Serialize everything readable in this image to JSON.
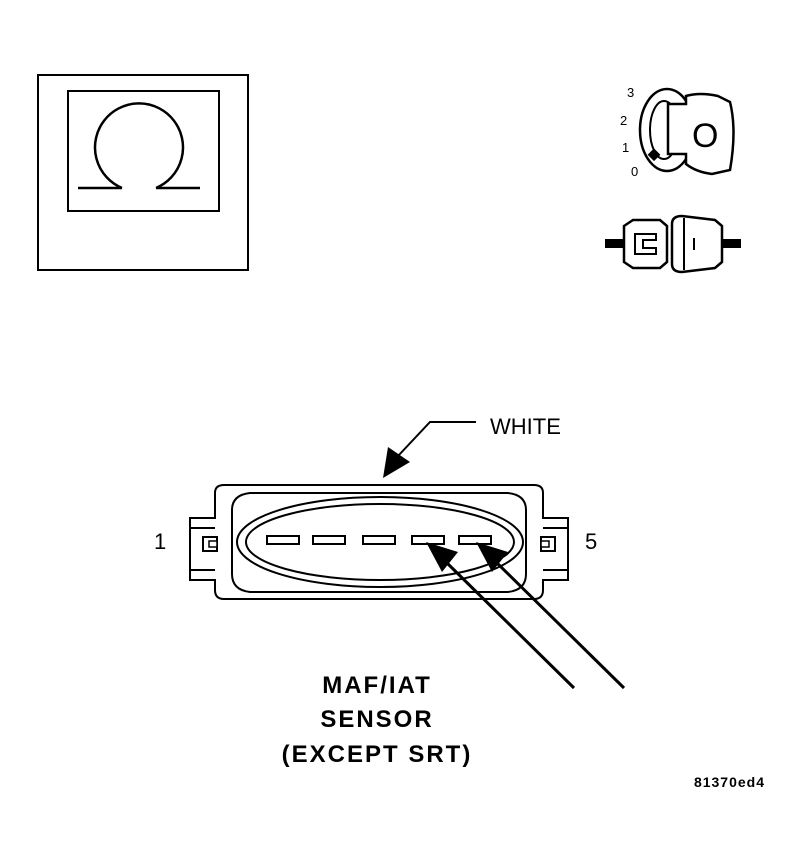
{
  "ignition": {
    "positions": [
      "3",
      "2",
      "1",
      "0"
    ],
    "key_letter": "O"
  },
  "connector": {
    "wire_color": "WHITE",
    "pin_first": "1",
    "pin_last": "5"
  },
  "caption": {
    "line1": "MAF/IAT",
    "line2": "SENSOR",
    "line3": "(EXCEPT SRT)"
  },
  "figure_code": "81370ed4"
}
